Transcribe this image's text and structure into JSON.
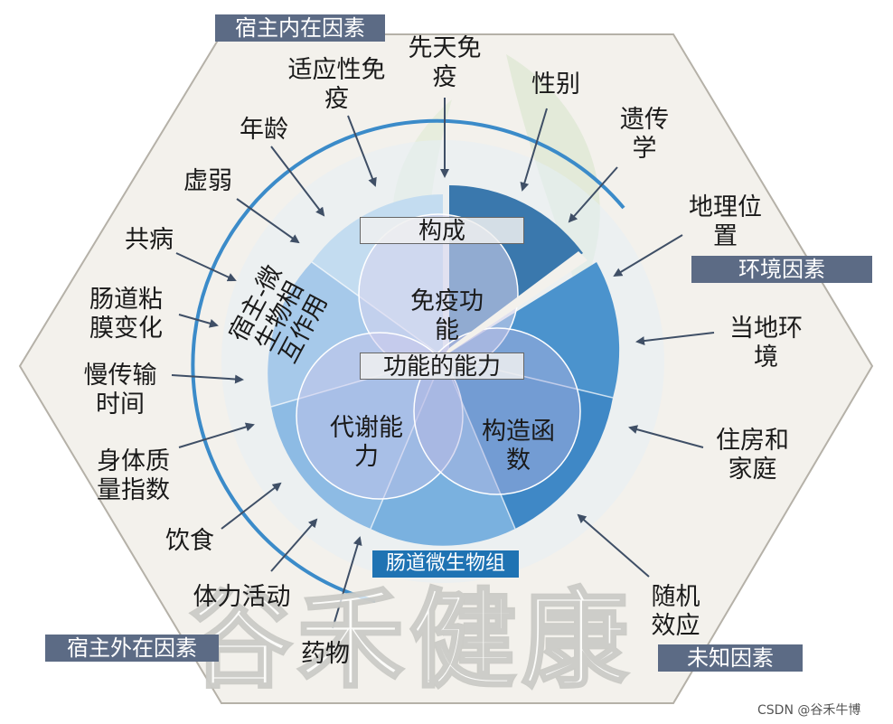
{
  "tags": {
    "host_intrinsic": "宿主内在因素",
    "environment": "环境因素",
    "host_extrinsic": "宿主外在因素",
    "unknown": "未知因素",
    "gut_microbiome": "肠道微生物组"
  },
  "center": {
    "composition": "构成",
    "function_ability": "功能的能力",
    "immune_function": "免疫功\n能",
    "metabolic_ability": "代谢能\n力",
    "structural_function": "构造函\n数",
    "host_microbe_interaction": "宿主-微\n生物相\n互作用"
  },
  "factors": {
    "innate_immunity": "先天免\n疫",
    "adaptive_immunity": "适应性免\n疫",
    "sex": "性别",
    "genetics": "遗传\n学",
    "age": "年龄",
    "frailty": "虚弱",
    "comorbidity": "共病",
    "mucosa_change": "肠道粘\n膜变化",
    "slow_transit": "慢传输\n时间",
    "bmi": "身体质\n量指数",
    "diet": "饮食",
    "physical_activity": "体力活动",
    "medication": "药物",
    "geography": "地理位\n置",
    "local_environment": "当地环\n境",
    "housing_family": "住房和\n家庭",
    "random_effect": "随机\n效应"
  },
  "watermark": "谷禾健康",
  "credit": "CSDN @谷禾牛博",
  "colors": {
    "hexagon_fill": "#f3f1ec",
    "hexagon_stroke": "#b5b1a8",
    "arc_line": "#3b8bc9",
    "tag_slate": "#5c6b85",
    "tag_blue": "#1f73b3",
    "segment_dark": "#2f7ab8",
    "segment_mid": "#5fa0d6",
    "segment_light": "#a9cbe8",
    "arrow": "#3f4f66"
  }
}
